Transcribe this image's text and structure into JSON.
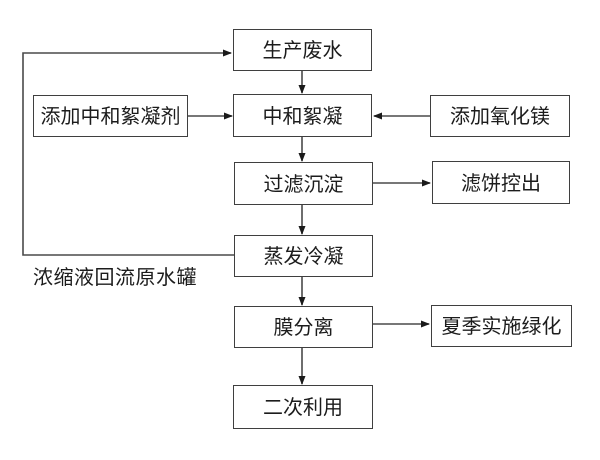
{
  "diagram": {
    "type": "flowchart",
    "language": "zh-CN",
    "nodes": {
      "production_wastewater": "生产废水",
      "add_neutralizing_flocculant": "添加中和絮凝剂",
      "neutralize_flocculate": "中和絮凝",
      "add_magnesium_oxide": "添加氧化镁",
      "filter_sediment": "过滤沉淀",
      "filter_cake_out": "滤饼控出",
      "evaporate_condense": "蒸发冷凝",
      "membrane_separation": "膜分离",
      "summer_greening": "夏季实施绿化",
      "secondary_use": "二次利用"
    },
    "labels": {
      "recycle_line": "浓缩液回流原水罐"
    },
    "edges": [
      {
        "from": "production_wastewater",
        "to": "neutralize_flocculate",
        "direction": "down"
      },
      {
        "from": "add_neutralizing_flocculant",
        "to": "neutralize_flocculate",
        "direction": "right"
      },
      {
        "from": "add_magnesium_oxide",
        "to": "neutralize_flocculate",
        "direction": "left"
      },
      {
        "from": "neutralize_flocculate",
        "to": "filter_sediment",
        "direction": "down"
      },
      {
        "from": "filter_sediment",
        "to": "filter_cake_out",
        "direction": "right"
      },
      {
        "from": "filter_sediment",
        "to": "evaporate_condense",
        "direction": "down"
      },
      {
        "from": "evaporate_condense",
        "to": "production_wastewater",
        "direction": "left-up-right-loop",
        "label": "浓缩液回流原水罐"
      },
      {
        "from": "evaporate_condense",
        "to": "membrane_separation",
        "direction": "down"
      },
      {
        "from": "membrane_separation",
        "to": "summer_greening",
        "direction": "right"
      },
      {
        "from": "membrane_separation",
        "to": "secondary_use",
        "direction": "down"
      }
    ],
    "colors": {
      "background": "#ffffff",
      "node_border": "#3f3f3f",
      "connector": "#4a4a4a",
      "arrowhead": "#1a1a1a",
      "text": "#1c1c1c"
    }
  }
}
